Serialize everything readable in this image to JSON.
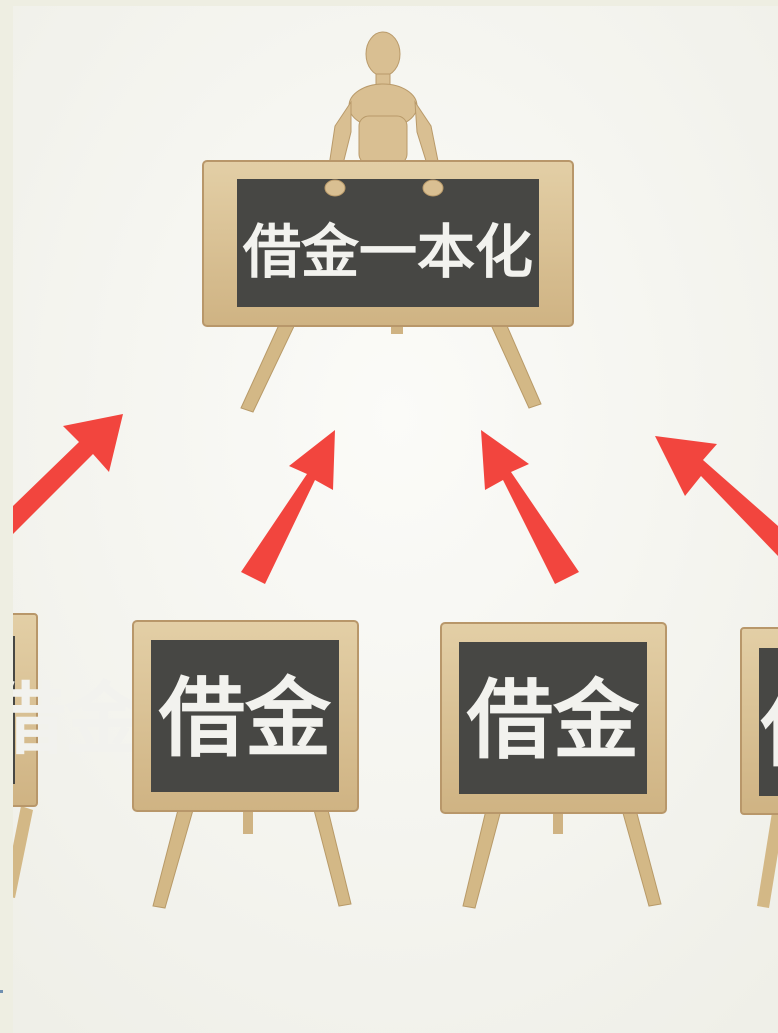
{
  "photo": {
    "main_board_text": "借金一本化",
    "small_board_texts": [
      "借金",
      "借金",
      "借金",
      "借金"
    ],
    "colors": {
      "background": "#f7f7f2",
      "board_frame": "#dcc49a",
      "chalkboard": "#474744",
      "arrow": "#f2453e",
      "mannequin": "#d9bf92"
    }
  }
}
